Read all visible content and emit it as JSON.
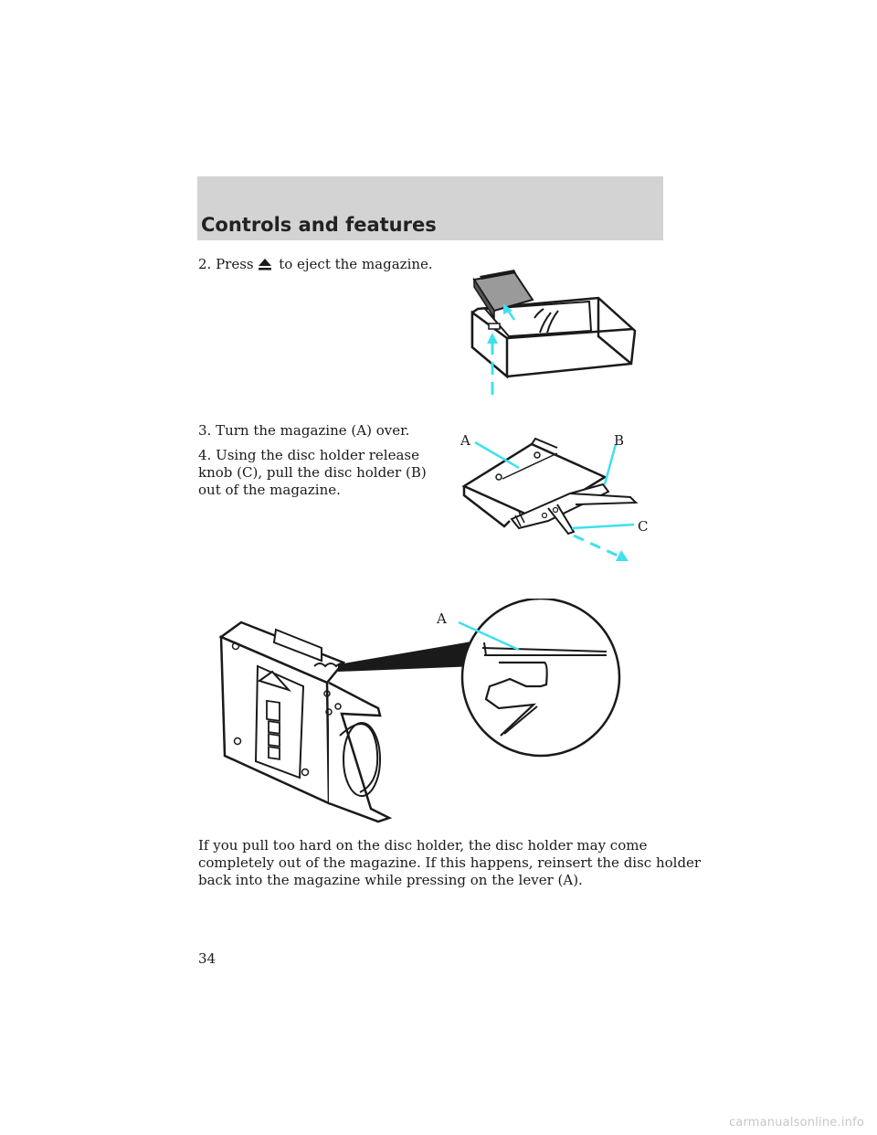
{
  "header": {
    "title": "Controls and features"
  },
  "steps": {
    "step2_before": "2. Press",
    "eject_icon": "eject-icon",
    "step2_after": "to eject the magazine.",
    "step3": "3. Turn the magazine (A) over.",
    "step4_line1": "4. Using the disc holder release",
    "step4_line2": "knob (C), pull the disc holder (B)",
    "step4_line3": "out of the magazine."
  },
  "figure2": {
    "label_a": "A",
    "label_b": "B",
    "label_c": "C"
  },
  "figure3": {
    "label_a": "A"
  },
  "note": {
    "line1": "If you pull too hard on the disc holder, the disc holder may come",
    "line2": "completely out of the magazine. If this happens, reinsert the disc holder",
    "line3": "back into the magazine while pressing on the lever (A)."
  },
  "footer": {
    "page_number": "34"
  },
  "watermark": "carmanualsonline.info",
  "colors": {
    "header_band": "#d3d3d3",
    "accent_cyan": "#3fe0f0"
  }
}
